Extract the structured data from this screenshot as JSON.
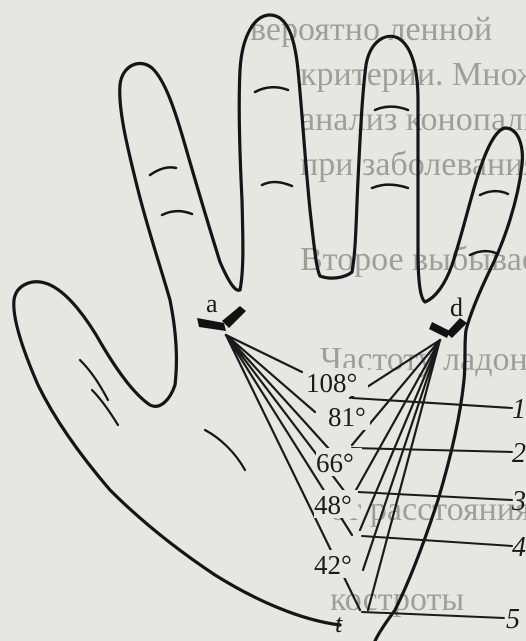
{
  "figure": {
    "triradius_a": "a",
    "triradius_d": "d",
    "triradius_t": "t",
    "angles": [
      "108°",
      "81°",
      "66°",
      "48°",
      "42°"
    ],
    "position_numbers": [
      "1",
      "2",
      "3",
      "4",
      "5"
    ],
    "background_text_lines": [
      "вероятно ленной",
      "критерии. Множе",
      "анализ конопальных",
      "при заболеваниях",
      "Второе выбывает",
      "Частоту ладонных",
      "от расстояния",
      "костроты"
    ]
  }
}
